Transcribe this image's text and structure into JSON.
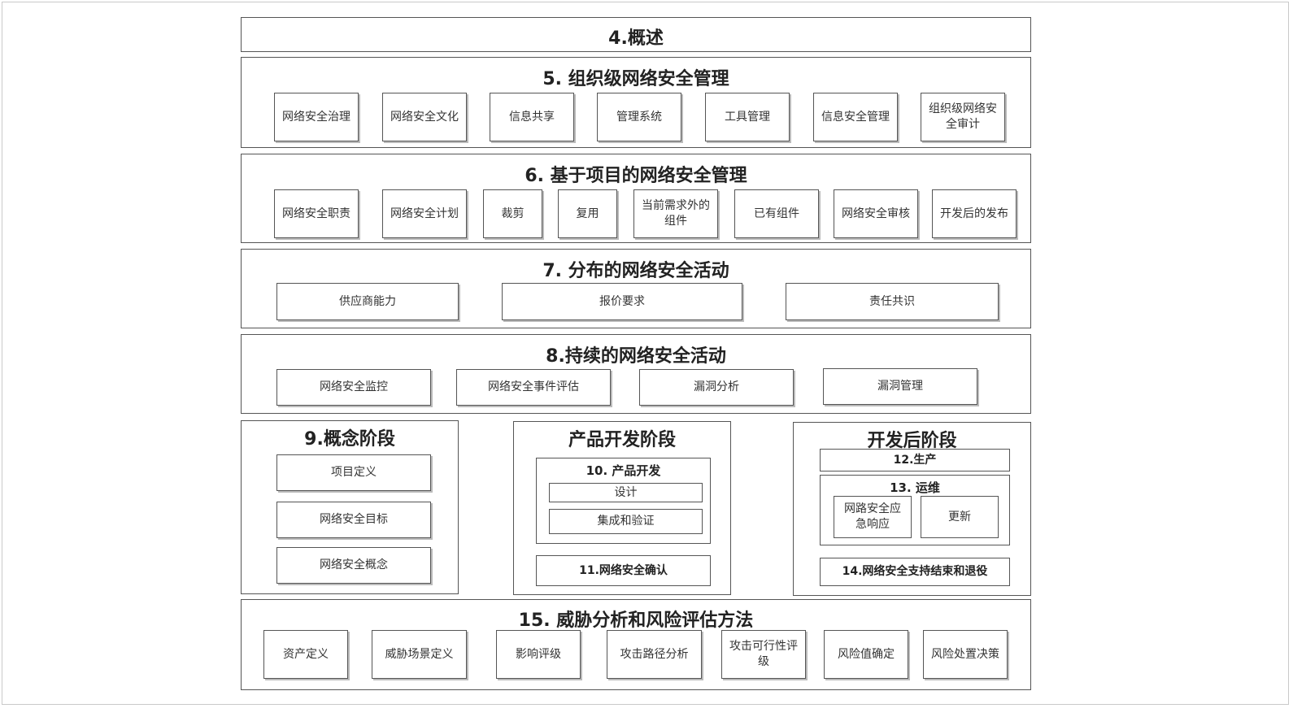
{
  "s4": {
    "title": "4.概述"
  },
  "s5": {
    "title": "5. 组织级网络安全管理",
    "items": [
      "网络安全治理",
      "网络安全文化",
      "信息共享",
      "管理系统",
      "工具管理",
      "信息安全管理",
      "组织级网络安全审计"
    ]
  },
  "s6": {
    "title": "6. 基于项目的网络安全管理",
    "items": [
      "网络安全职责",
      "网络安全计划",
      "裁剪",
      "复用",
      "当前需求外的组件",
      "已有组件",
      "网络安全审核",
      "开发后的发布"
    ]
  },
  "s7": {
    "title": "7. 分布的网络安全活动",
    "items": [
      "供应商能力",
      "报价要求",
      "责任共识"
    ]
  },
  "s8": {
    "title": "8.持续的网络安全活动",
    "items": [
      "网络安全监控",
      "网络安全事件评估",
      "漏洞分析",
      "漏洞管理"
    ]
  },
  "s9": {
    "title": "9.概念阶段",
    "items": [
      "项目定义",
      "网络安全目标",
      "网络安全概念"
    ]
  },
  "dev": {
    "title": "产品开发阶段",
    "sub_title": "10. 产品开发",
    "items": [
      "设计",
      "集成和验证"
    ],
    "validation": "11.网络安全确认"
  },
  "post": {
    "title": "开发后阶段",
    "production": "12.生产",
    "ops_title": "13. 运维",
    "ops_items": [
      "网路安全应急响应",
      "更新"
    ],
    "end": "14.网络安全支持结束和退役"
  },
  "s15": {
    "title": "15. 威胁分析和风险评估方法",
    "items": [
      "资产定义",
      "威胁场景定义",
      "影响评级",
      "攻击路径分析",
      "攻击可行性评级",
      "风险值确定",
      "风险处置决策"
    ]
  }
}
